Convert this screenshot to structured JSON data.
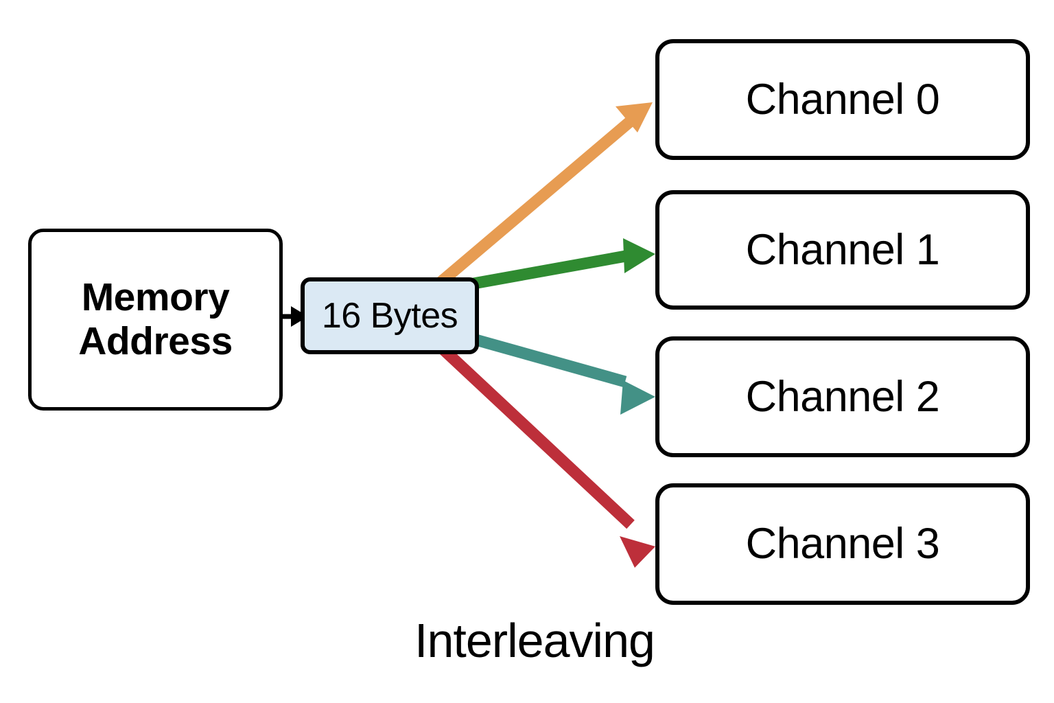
{
  "diagram": {
    "caption": "Interleaving",
    "source": {
      "label": "Memory Address",
      "label_line1": "Memory",
      "label_line2": "Address"
    },
    "granularity": {
      "label": "16 Bytes",
      "fill_color": "#dbe9f4",
      "border_color": "#000000"
    },
    "feed_arrow": {
      "name": "memory-to-bytes-arrow",
      "color": "#000000"
    },
    "channels": [
      {
        "label": "Channel 0",
        "arrow_color": "#e79c52"
      },
      {
        "label": "Channel 1",
        "arrow_color": "#2f8b31"
      },
      {
        "label": "Channel 2",
        "arrow_color": "#439186"
      },
      {
        "label": "Channel 3",
        "arrow_color": "#bd2f3a"
      }
    ],
    "colors": {
      "background": "#ffffff",
      "stroke": "#000000",
      "orange": "#e79c52",
      "green": "#2f8b31",
      "teal": "#439186",
      "red": "#bd2f3a"
    }
  }
}
